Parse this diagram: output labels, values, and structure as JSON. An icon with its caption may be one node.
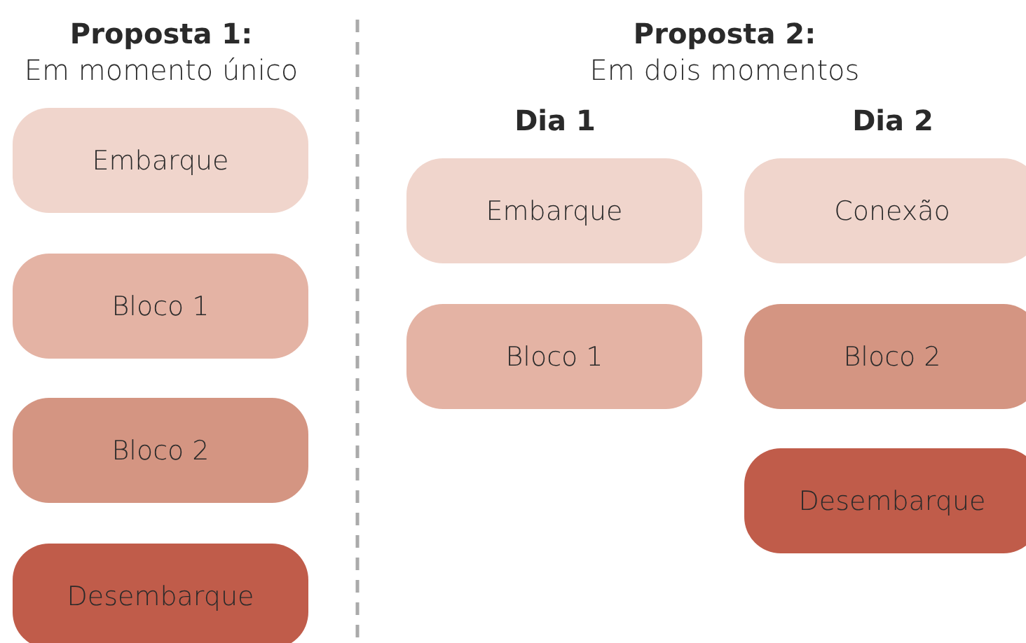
{
  "diagram": {
    "nodes": [
      {
        "text": [
          "Embarque"
        ]
      },
      {
        "text": [
          "Bloco 1"
        ]
      },
      {
        "text": [
          "Bloco 2"
        ]
      },
      {
        "text": [
          "Desembarque"
        ]
      },
      {
        "text": [
          "Embarque"
        ]
      },
      {
        "text": [
          "Bloco 1"
        ]
      },
      {
        "text": [
          "Conexão"
        ]
      },
      {
        "text": [
          "Bloco 2"
        ]
      },
      {
        "text": [
          "Desembarque"
        ]
      }
    ],
    "edges": [],
    "labels": [
      "Proposta 1:",
      "Em momento único",
      "Proposta 2:",
      "Em dois momentos",
      "Dia 1",
      "Dia 2"
    ]
  }
}
